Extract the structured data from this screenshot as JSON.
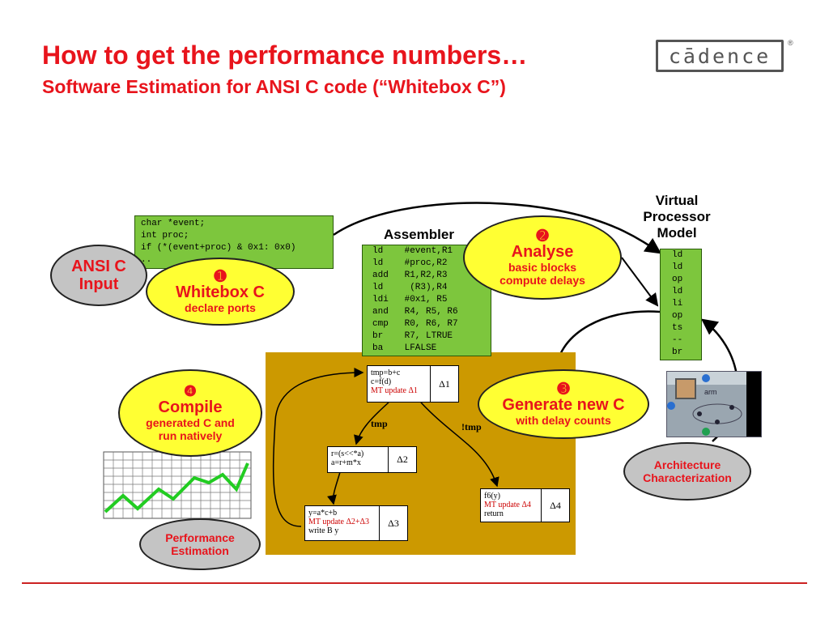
{
  "header": {
    "title": "How to get the performance numbers…",
    "subtitle": "Software Estimation for ANSI C code (“Whitebox C”)",
    "logo_text": "cādence",
    "logo_reg": "®"
  },
  "ansi_code": [
    "char *event;",
    "int proc;",
    "if (*(event+proc) & 0x1: 0x0)",
    ".."
  ],
  "assembler": {
    "label": "Assembler",
    "lines": [
      "ld    #event,R1",
      "ld    #proc,R2",
      "add   R1,R2,R3",
      "ld     (R3),R4",
      "ldi   #0x1, R5",
      "and   R4, R5, R6",
      "cmp   R0, R6, R7",
      "br    R7, LTRUE",
      "ba    LFALSE"
    ]
  },
  "vpm": {
    "label_lines": [
      "Virtual",
      "Processor",
      "Model"
    ],
    "lines": [
      "ld",
      "ld",
      "op",
      "ld",
      "li",
      "op",
      "ts",
      "--",
      "br"
    ]
  },
  "steps": {
    "ansi": {
      "line1": "ANSI C",
      "line2": "Input"
    },
    "whitebox": {
      "num": "➊",
      "title": "Whitebox C",
      "sub": "declare ports"
    },
    "analyse": {
      "num": "➋",
      "title": "Analyse",
      "sub1": "basic blocks",
      "sub2": "compute delays"
    },
    "generate": {
      "num": "➌",
      "title": "Generate new C",
      "sub": "with delay counts"
    },
    "compile": {
      "num": "❹",
      "title": "Compile",
      "sub1": "generated C and",
      "sub2": "run natively"
    },
    "arch": {
      "line1": "Architecture",
      "line2": "Characterization"
    },
    "perf": {
      "line1": "Performance",
      "line2": "Estimation"
    }
  },
  "blocks": {
    "b1": {
      "l1": "tmp=b+c",
      "l2": "c=f(d)",
      "l3": "MT update Δ1",
      "delta": "Δ1"
    },
    "b2": {
      "l1": "r=(s<<*a)",
      "l2": "a=r+m*x",
      "delta": "Δ2"
    },
    "b3": {
      "l1": "y=a*c+b",
      "l2": "MT update Δ2+Δ3",
      "l3": "write B y",
      "delta": "Δ3"
    },
    "b4": {
      "l1": "f6(y)",
      "l2": "MT update Δ4",
      "l3": "return",
      "delta": "Δ4"
    },
    "edge_tmp": "tmp",
    "edge_ntmp": "!tmp"
  },
  "arch_image": {
    "label": "arm"
  },
  "colors": {
    "accent": "#e8141c",
    "code_green": "#7dc63d",
    "panel_gold": "#cc9900",
    "ellipse_yellow": "#ffff33"
  }
}
